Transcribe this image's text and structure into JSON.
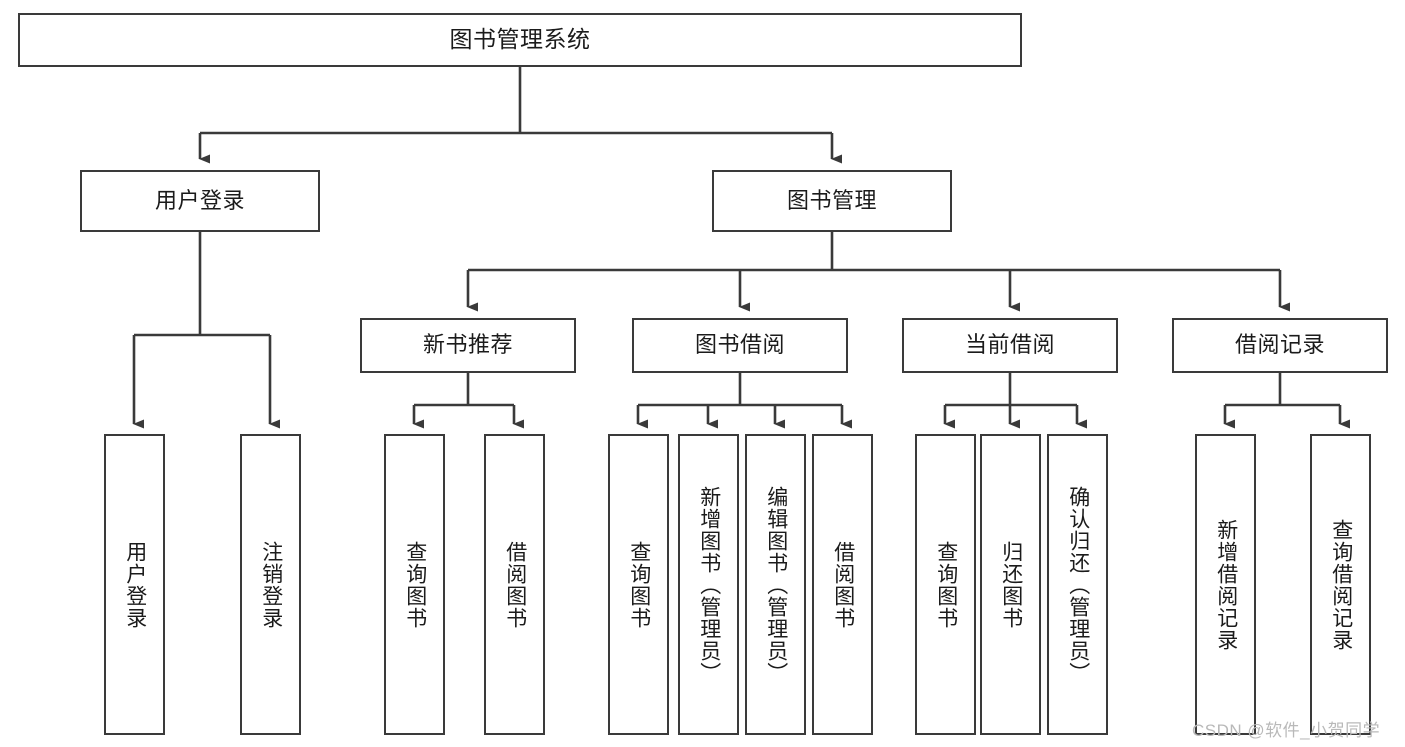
{
  "diagram": {
    "type": "tree-hierarchy",
    "title": "图书管理系统",
    "orientation": "top-down",
    "line_color": "#3a3a3a",
    "box_fill": "#ffffff",
    "text_color": "#1b1b1b"
  },
  "root": {
    "label": "图书管理系统"
  },
  "level2": [
    {
      "label": "用户登录"
    },
    {
      "label": "图书管理"
    }
  ],
  "level3": [
    {
      "label": "新书推荐"
    },
    {
      "label": "图书借阅"
    },
    {
      "label": "当前借阅"
    },
    {
      "label": "借阅记录"
    }
  ],
  "leaves": {
    "user_login": [
      {
        "label": "用户登录"
      },
      {
        "label": "注销登录"
      }
    ],
    "new_book_recommend": [
      {
        "label": "查询图书"
      },
      {
        "label": "借阅图书"
      }
    ],
    "book_borrow": [
      {
        "label": "查询图书"
      },
      {
        "label": "新增图书（管理员）"
      },
      {
        "label": "编辑图书（管理员）"
      },
      {
        "label": "借阅图书"
      }
    ],
    "current_borrow": [
      {
        "label": "查询图书"
      },
      {
        "label": "归还图书"
      },
      {
        "label": "确认归还（管理员）"
      }
    ],
    "borrow_record": [
      {
        "label": "新增借阅记录"
      },
      {
        "label": "查询借阅记录"
      }
    ]
  },
  "watermark": {
    "text": "CSDN @软件_小贺同学"
  }
}
